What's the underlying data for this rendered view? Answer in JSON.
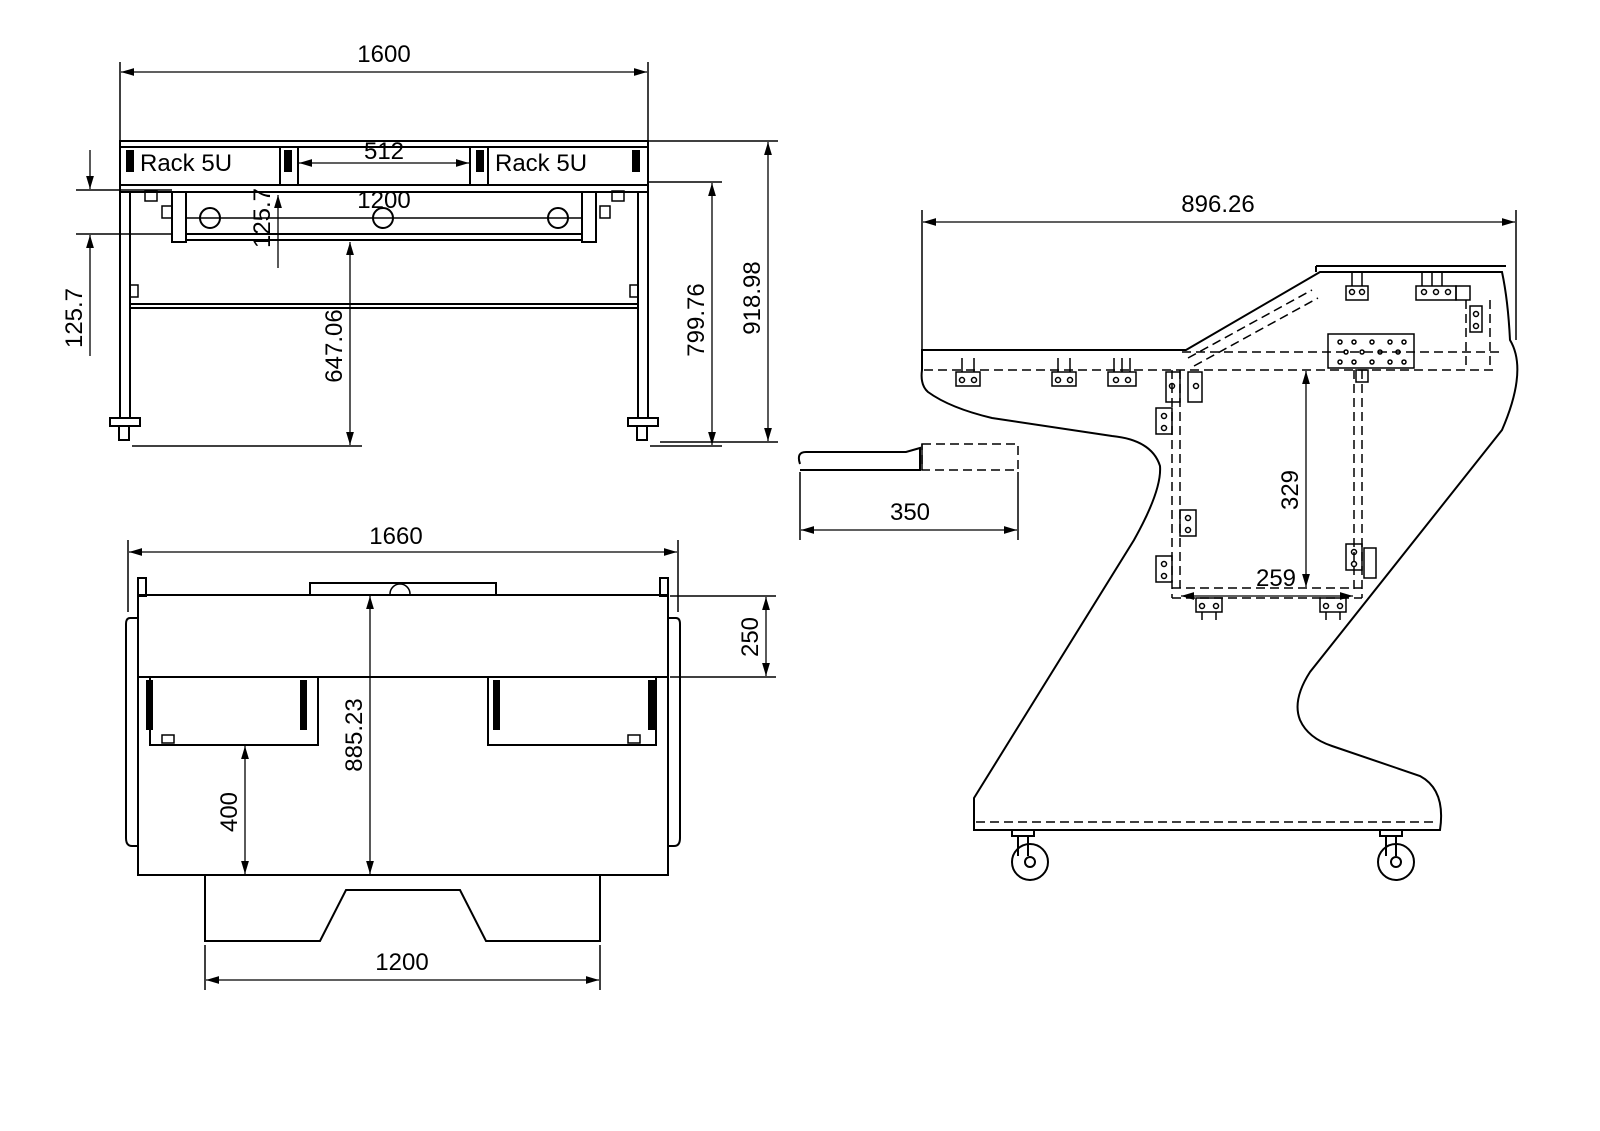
{
  "front_view": {
    "width": "1600",
    "rack_left": "Rack 5U",
    "rack_right": "Rack 5U",
    "rack_gap": "512",
    "inner_width": "1200",
    "shelf_height_small": "125.7",
    "shelf_height_left": "125.7",
    "desk_height": "647.06",
    "top_height": "799.76",
    "total_height": "918.98"
  },
  "top_view": {
    "width": "1660",
    "depth_front": "250",
    "total_depth": "885.23",
    "cutout_depth": "400",
    "base_width": "1200"
  },
  "side_view": {
    "depth": "896.26",
    "keyboard_tray": "350",
    "rack_height": "329",
    "rack_depth": "259"
  }
}
